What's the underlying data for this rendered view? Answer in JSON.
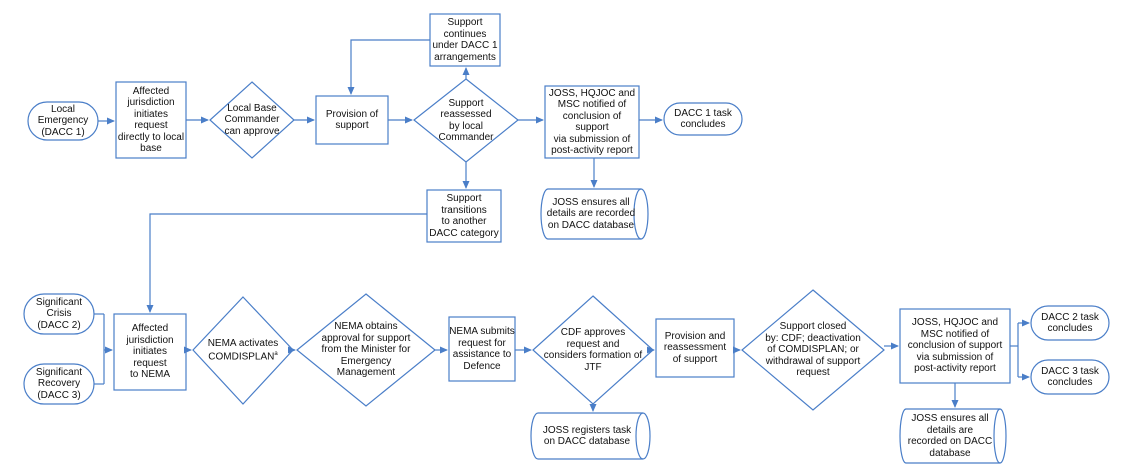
{
  "colors": {
    "stroke": "#4a7ec8",
    "arrow": "#4a7ec8",
    "text": "#111111",
    "background": "#ffffff"
  },
  "nodes": {
    "local_emergency": "Local\nEmergency\n(DACC 1)",
    "affected_local": "Affected\njurisdiction\ninitiates request\ndirectly to local\nbase",
    "local_base_commander": "Local Base\nCommander\ncan approve",
    "provision_support": "Provision of\nsupport",
    "support_reassessed": "Support\nreassessed\nby local\nCommander",
    "support_continues": "Support\ncontinues\nunder DACC 1\narrangements",
    "support_transitions": "Support\ntransitions\nto another\nDACC category",
    "joss_notified_1": "JOSS, HQJOC and\nMSC notified of\nconclusion of\nsupport\nvia submission of\npost-activity report",
    "dacc1_concludes": "DACC 1 task\nconcludes",
    "joss_db_1": "JOSS ensures all\ndetails are recorded\non DACC database",
    "significant_crisis": "Significant\nCrisis\n(DACC 2)",
    "significant_recovery": "Significant\nRecovery\n(DACC 3)",
    "affected_nema": "Affected\njurisdiction\ninitiates\nrequest\nto NEMA",
    "nema_activates_text": "NEMA activates\nCOMDISPLAN",
    "nema_activates_sup": "a",
    "nema_obtains": "NEMA obtains\napproval for support\nfrom the Minister for\nEmergency\nManagement",
    "nema_submits": "NEMA submits\nrequest for\nassistance to\nDefence",
    "cdf_approves": "CDF approves\nrequest and\nconsiders formation of\nJTF",
    "joss_registers": "JOSS registers task\non DACC database",
    "provision_reassessment": "Provision and\nreassessment\nof support",
    "support_closed": "Support closed\nby: CDF; deactivation\nof COMDISPLAN; or\nwithdrawal of support\nrequest",
    "joss_notified_2": "JOSS, HQJOC and\nMSC notified of\nconclusion of support\nvia submission of\npost-activity report",
    "dacc2_concludes": "DACC 2 task\nconcludes",
    "dacc3_concludes": "DACC 3 task\nconcludes",
    "joss_db_2": "JOSS ensures all\ndetails are\nrecorded on DACC\ndatabase"
  }
}
